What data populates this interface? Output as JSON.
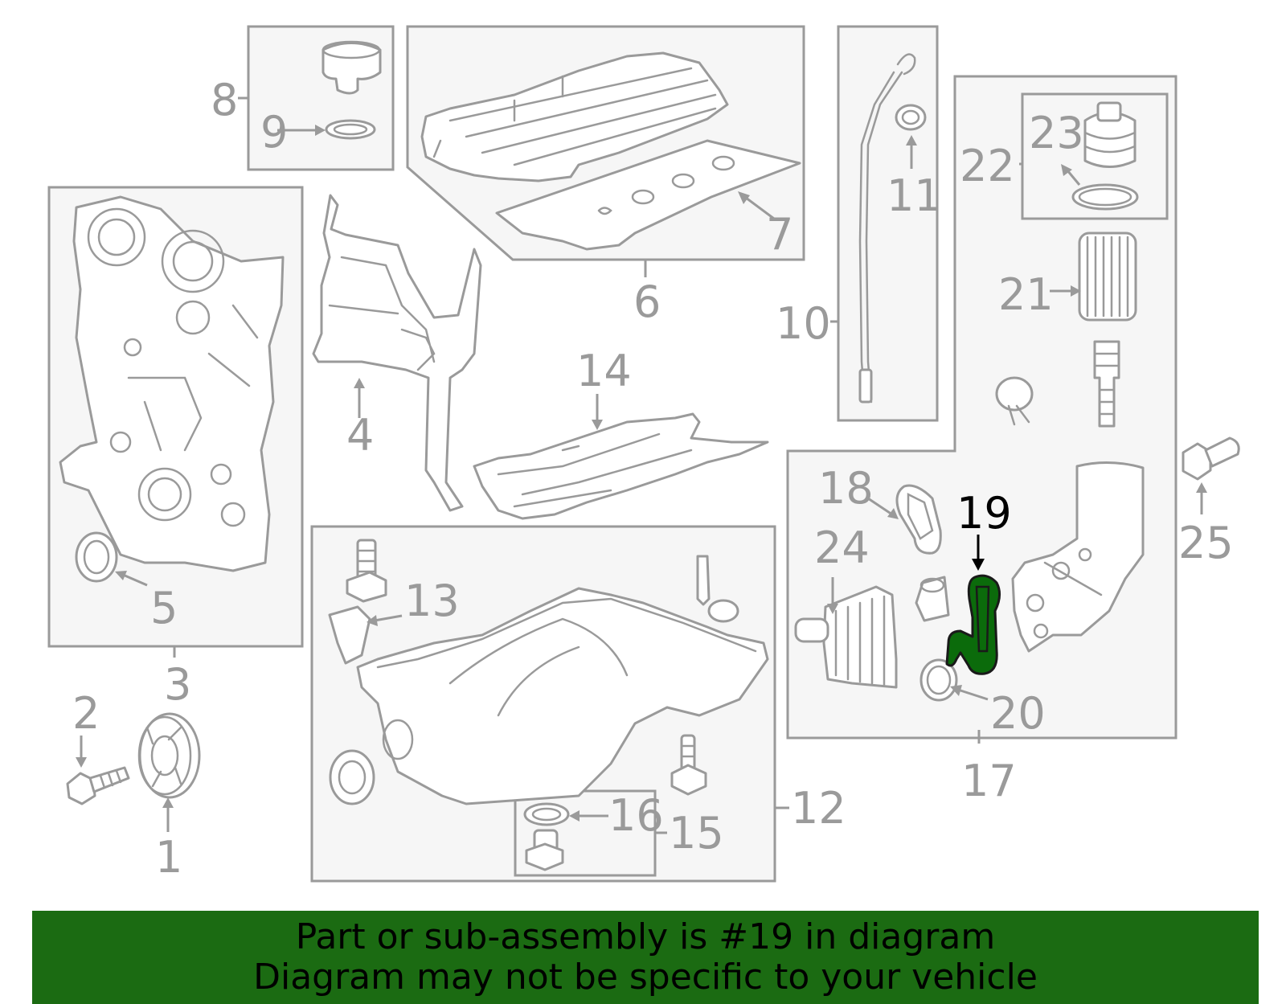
{
  "colors": {
    "line": "#9a9a9a",
    "box_fill": "#f6f6f6",
    "highlight_part": "#0b6b0b",
    "banner": "#1b6b12",
    "banner_text": "#000000"
  },
  "labels": {
    "l1": "1",
    "l2": "2",
    "l3": "3",
    "l4": "4",
    "l5": "5",
    "l6": "6",
    "l7": "7",
    "l8": "8",
    "l9": "9",
    "l10": "10",
    "l11": "11",
    "l12": "12",
    "l13": "13",
    "l14": "14",
    "l15": "15",
    "l16": "16",
    "l17": "17",
    "l18": "18",
    "l19": "19",
    "l20": "20",
    "l21": "21",
    "l22": "22",
    "l23": "23",
    "l24": "24",
    "l25": "25"
  },
  "highlighted_part": "19",
  "banner": {
    "line1": "Part or sub-assembly is #19 in diagram",
    "line2": "Diagram may not be specific to your vehicle"
  }
}
